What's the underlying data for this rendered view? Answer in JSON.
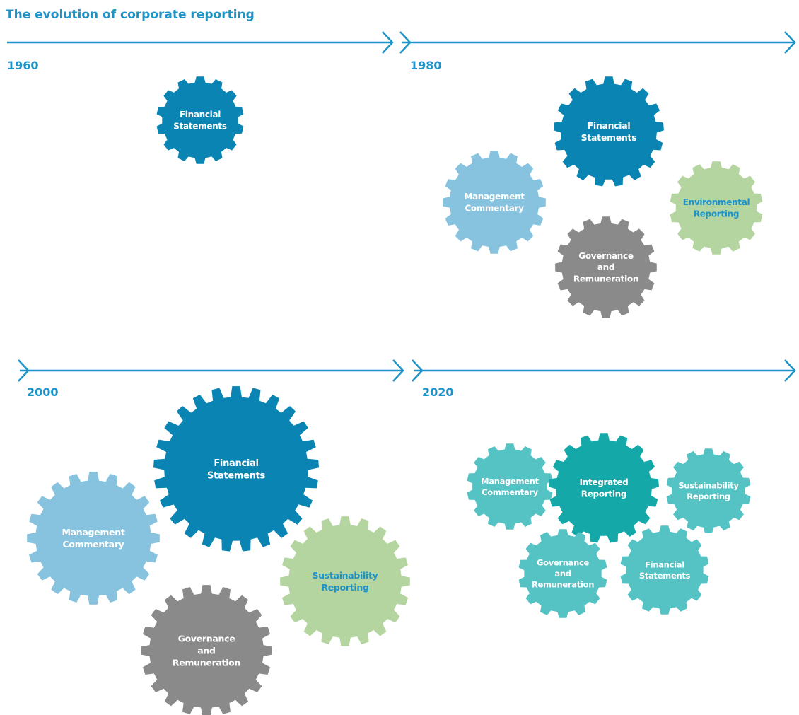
{
  "title": "The evolution of corporate reporting",
  "colors": {
    "accent": "#1e93c8",
    "financial": "#0a85b3",
    "management": "#87c3de",
    "governance": "#8a8a8a",
    "environmental": "#b4d5a0",
    "teal": "#14a8a8",
    "teal_light": "#55c2c4",
    "label_light": "#ffffff",
    "label_dark": "#1e93c8"
  },
  "periods": [
    {
      "year": "1960",
      "gears": [
        {
          "key": "financial-statements",
          "lines": [
            "Financial",
            "Statements"
          ],
          "color": "financial",
          "label_color": "label_light"
        }
      ]
    },
    {
      "year": "1980",
      "gears": [
        {
          "key": "financial-statements",
          "lines": [
            "Financial",
            "Statements"
          ],
          "color": "financial",
          "label_color": "label_light"
        },
        {
          "key": "management-commentary",
          "lines": [
            "Management",
            "Commentary"
          ],
          "color": "management",
          "label_color": "label_light"
        },
        {
          "key": "environmental-reporting",
          "lines": [
            "Environmental",
            "Reporting"
          ],
          "color": "environmental",
          "label_color": "label_dark"
        },
        {
          "key": "governance-and-remuneration",
          "lines": [
            "Governance",
            "and",
            "Remuneration"
          ],
          "color": "governance",
          "label_color": "label_light"
        }
      ]
    },
    {
      "year": "2000",
      "gears": [
        {
          "key": "financial-statements",
          "lines": [
            "Financial",
            "Statements"
          ],
          "color": "financial",
          "label_color": "label_light"
        },
        {
          "key": "management-commentary",
          "lines": [
            "Management",
            "Commentary"
          ],
          "color": "management",
          "label_color": "label_light"
        },
        {
          "key": "sustainability-reporting",
          "lines": [
            "Sustainability",
            "Reporting"
          ],
          "color": "environmental",
          "label_color": "label_dark"
        },
        {
          "key": "governance-and-remuneration",
          "lines": [
            "Governance",
            "and",
            "Remuneration"
          ],
          "color": "governance",
          "label_color": "label_light"
        }
      ]
    },
    {
      "year": "2020",
      "gears": [
        {
          "key": "management-commentary",
          "lines": [
            "Management",
            "Commentary"
          ],
          "color": "teal_light",
          "label_color": "label_light"
        },
        {
          "key": "integrated-reporting",
          "lines": [
            "Integrated",
            "Reporting"
          ],
          "color": "teal",
          "label_color": "label_light"
        },
        {
          "key": "sustainability-reporting",
          "lines": [
            "Sustainability",
            "Reporting"
          ],
          "color": "teal_light",
          "label_color": "label_light"
        },
        {
          "key": "governance-and-remuneration",
          "lines": [
            "Governance",
            "and",
            "Remuneration"
          ],
          "color": "teal_light",
          "label_color": "label_light"
        },
        {
          "key": "financial-statements",
          "lines": [
            "Financial",
            "Statements"
          ],
          "color": "teal_light",
          "label_color": "label_light"
        }
      ]
    }
  ]
}
